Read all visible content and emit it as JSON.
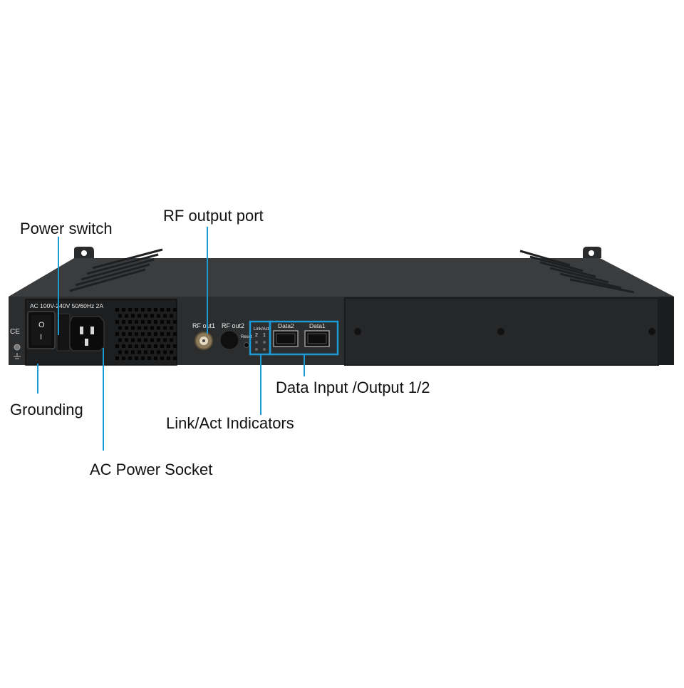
{
  "callouts": {
    "power_switch": "Power switch",
    "rf_output_port": "RF output port",
    "grounding": "Grounding",
    "ac_power_socket": "AC Power Socket",
    "link_act_indicators": "Link/Act Indicators",
    "data_io": "Data Input /Output 1/2"
  },
  "panel": {
    "power_rating": "AC 100V-240V 50/60Hz 2A",
    "rf_out1": "RF out1",
    "rf_out2": "RF out2",
    "reset": "Reset",
    "link_act": "Link/Act",
    "led_2": "2",
    "led_1": "1",
    "data2": "Data2",
    "data1": "Data1",
    "ce_mark": "CE",
    "switch_on": "I",
    "switch_off": "O"
  },
  "colors": {
    "callout_line": "#1a9bd7",
    "chassis": "#2b2c2e",
    "chassis_top": "#3a3b3d",
    "panel": "#1c1d1f"
  }
}
